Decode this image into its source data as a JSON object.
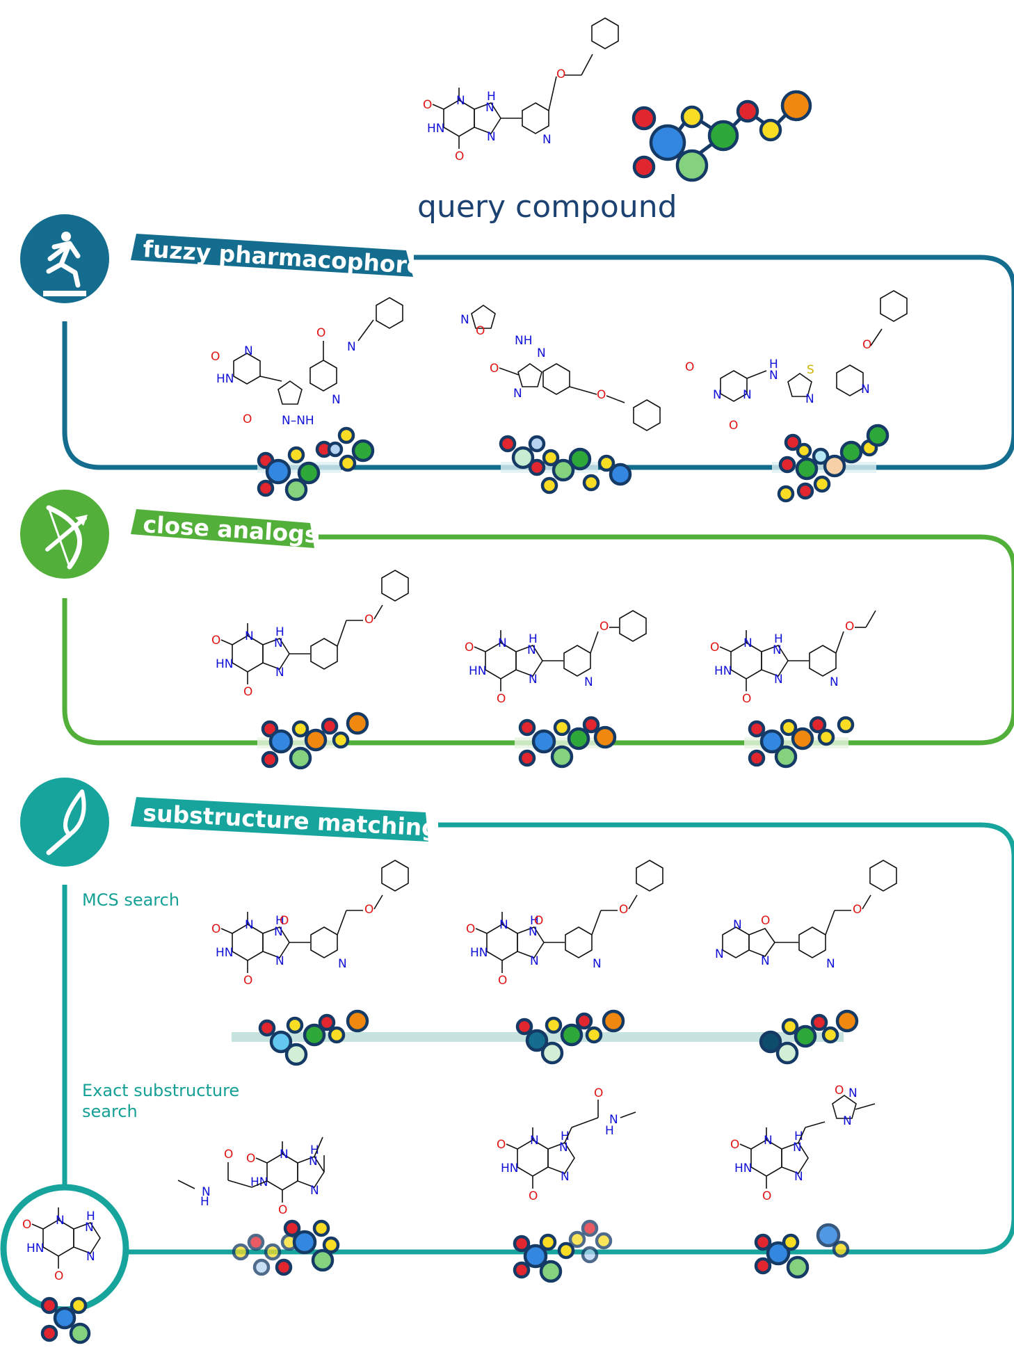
{
  "header": {
    "title": "query compound"
  },
  "sections": [
    {
      "id": "fuzzy",
      "label": "fuzzy pharmacophore",
      "color": "#146d8e",
      "icon": "jump-icon"
    },
    {
      "id": "close",
      "label": "close analogs",
      "color": "#52b03a",
      "icon": "bow-arrow-icon"
    },
    {
      "id": "substructure",
      "label": "substructure matching",
      "color": "#17a49c",
      "icon": "match-icon",
      "subsections": [
        {
          "label": "MCS search"
        },
        {
          "label": "Exact substructure search"
        }
      ]
    }
  ],
  "palette": {
    "red": "#e2262f",
    "yellow": "#f8dd24",
    "blue": "#3387e0",
    "light_green": "#85d27e",
    "green": "#2ea839",
    "orange": "#f0870f",
    "node_outline": "#153a66"
  }
}
